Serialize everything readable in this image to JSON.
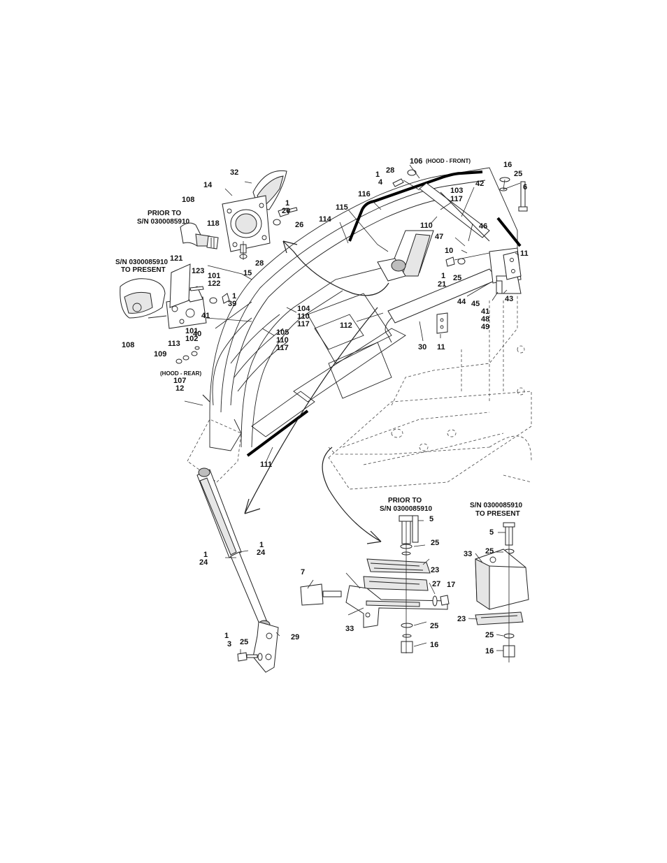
{
  "page": {
    "background": "#ffffff",
    "ink": "#111111"
  },
  "captions": {
    "hood_front": "(HOOD - FRONT)",
    "hood_rear": "(HOOD - REAR)",
    "prior_to_latch": "PRIOR TO",
    "sn_latch": "S/N 0300085910",
    "sn_present_latch": "S/N 0300085910",
    "to_present_latch": "TO PRESENT",
    "prior_to_mount": "PRIOR TO",
    "sn_mount": "S/N 0300085910",
    "sn_present_mount": "S/N 0300085910",
    "to_present_mount": "TO PRESENT"
  },
  "callouts": {
    "c106": "106",
    "c16a": "16",
    "c25a": "25",
    "c6": "6",
    "c28a": "28",
    "c1a": "1",
    "c4": "4",
    "c103": "103",
    "c117a": "117",
    "c42": "42",
    "c116": "116",
    "c115": "115",
    "c114": "114",
    "c110a": "110",
    "c46": "46",
    "c47": "47",
    "c10": "10",
    "c11a": "11",
    "c1b": "1",
    "c21": "21",
    "c25b": "25",
    "c44": "44",
    "c45": "45",
    "c43": "43",
    "c41a": "41",
    "c48": "48",
    "c49": "49",
    "c112": "112",
    "c30": "30",
    "c11b": "11",
    "c104": "104",
    "c110b": "110",
    "c117b": "117",
    "c105": "105",
    "c110c": "110",
    "c117c": "117",
    "c32": "32",
    "c14": "14",
    "c1c": "1",
    "c20": "20",
    "c26": "26",
    "c108a": "108",
    "c118": "118",
    "c15": "15",
    "c28b": "28",
    "c121": "121",
    "c123": "123",
    "c101a": "101",
    "c122": "122",
    "c1d": "1",
    "c39": "39",
    "c41b": "41",
    "c40": "40",
    "c108b": "108",
    "c101b": "101",
    "c102": "102",
    "c113": "113",
    "c109": "109",
    "c107": "107",
    "c12": "12",
    "c111": "111",
    "c1e": "1",
    "c24a": "24",
    "c1f": "1",
    "c24b": "24",
    "c1g": "1",
    "c3": "3",
    "c25c": "25",
    "c29": "29",
    "c5a": "5",
    "c25d": "25",
    "c23a": "23",
    "c7": "7",
    "c27": "27",
    "c17": "17",
    "c33a": "33",
    "c25e": "25",
    "c16b": "16",
    "c5b": "5",
    "c25f": "25",
    "c33b": "33",
    "c23b": "23",
    "c25g": "25",
    "c16c": "16"
  }
}
